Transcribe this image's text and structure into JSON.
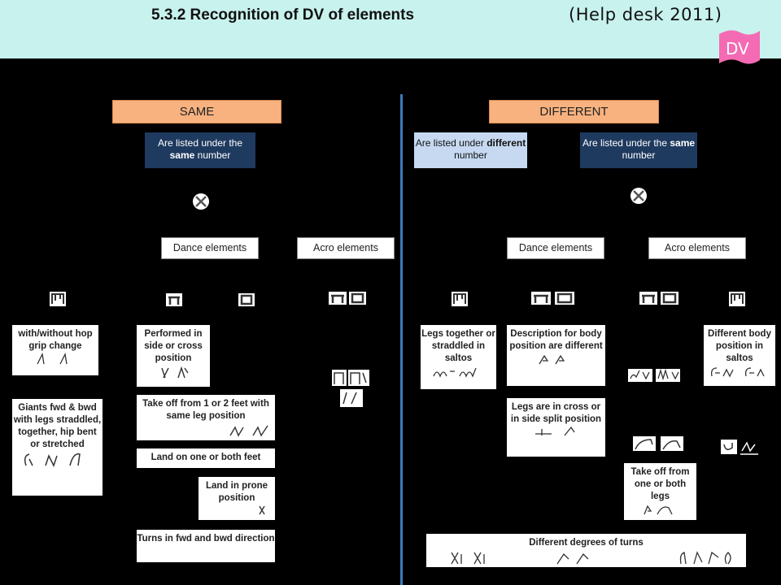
{
  "header": {
    "title": "5.3.2 Recognition of DV of elements",
    "source": "(Help desk 2011)",
    "badge": "DV"
  },
  "colors": {
    "header_bg": "#c8f2ee",
    "badge": "#f46ab3",
    "category_header": "#f7b27f",
    "navy": "#1f3a5f",
    "light_blue": "#c6d9f1",
    "divider": "#3b7bbd"
  },
  "same": {
    "heading": "SAME",
    "listed": {
      "pre": "Are listed under the ",
      "bold": "same",
      "post": " number"
    },
    "dance": "Dance elements",
    "acro": "Acro elements",
    "boxes": {
      "hop": "with/without hop grip change",
      "giants": "Giants fwd & bwd with legs straddled, together, hip bent or stretched",
      "performed": "Performed in side or cross position",
      "takeoff": "Take off from 1 or 2 feet with same leg position",
      "land_feet": "Land on one or both feet",
      "land_prone": "Land in prone position",
      "turns": "Turns in fwd and bwd direction"
    }
  },
  "different": {
    "heading": "DIFFERENT",
    "listed_diff": {
      "pre": "Are listed under ",
      "bold": "different",
      "post": " number"
    },
    "listed_same": {
      "pre": "Are listed under the ",
      "bold": "same",
      "post": " number"
    },
    "dance": "Dance elements",
    "acro": "Acro elements",
    "boxes": {
      "legs": "Legs together or straddled in saltos",
      "description": "Description for body position are different",
      "body_pos": "Different body position in saltos",
      "cross": "Legs are in cross or in side split position",
      "takeoff": "Take off from one or both legs",
      "degrees": "Different degrees of turns"
    }
  }
}
